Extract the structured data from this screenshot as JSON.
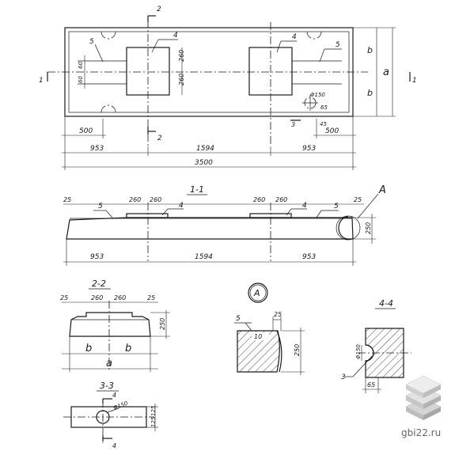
{
  "plan": {
    "mark_2_top": "2",
    "mark_2_bottom": "2",
    "mark_1_left": "1",
    "mark_1_right": "1",
    "mark_3": "3",
    "leader_5_left": "5",
    "leader_4_left": "4",
    "leader_4_right": "4",
    "leader_5_right": "5",
    "dim_60_a": "60",
    "dim_60_b": "60",
    "dim_260_a": "260",
    "dim_260_b": "260",
    "dim_b_top": "b",
    "dim_b_bottom": "b",
    "dim_a": "a",
    "dim_phi150": "Φ150",
    "dim_65": "65",
    "dim_45": "45",
    "dim_500_left": "500",
    "dim_500_right": "500",
    "dim_953_left": "953",
    "dim_1594": "1594",
    "dim_953_right": "953",
    "dim_3500": "3500"
  },
  "section_1_1": {
    "title": "1-1",
    "dim_25_left": "25",
    "leader_5": "5",
    "dim_260_1": "260",
    "dim_260_2": "260",
    "leader_4_a": "4",
    "dim_260_3": "260",
    "dim_260_4": "260",
    "leader_4_b": "4",
    "leader_5_b": "5",
    "dim_25_right": "25",
    "callout_A": "A",
    "dim_250": "250",
    "dim_953_left": "953",
    "dim_1594": "1594",
    "dim_953_right": "953"
  },
  "section_2_2": {
    "title": "2-2",
    "dim_25_left": "25",
    "dim_260_a": "260",
    "dim_260_b": "260",
    "dim_25_right": "25",
    "dim_250": "250",
    "dim_b_left": "b",
    "dim_b_right": "b",
    "dim_a": "a"
  },
  "section_3_3": {
    "title": "3-3",
    "mark_4_top": "4",
    "mark_4_bottom": "4",
    "dim_phi150": "Φ150",
    "dim_125_top": "125",
    "dim_125_bottom": "125"
  },
  "detail_A": {
    "title": "A",
    "leader_5": "5",
    "dim_25": "25",
    "dim_10": "10",
    "dim_250": "250"
  },
  "section_4_4": {
    "title": "4-4",
    "dim_phi150": "Φ150",
    "leader_3": "3",
    "dim_65": "65"
  },
  "watermark": {
    "text": "gbi22.ru"
  }
}
